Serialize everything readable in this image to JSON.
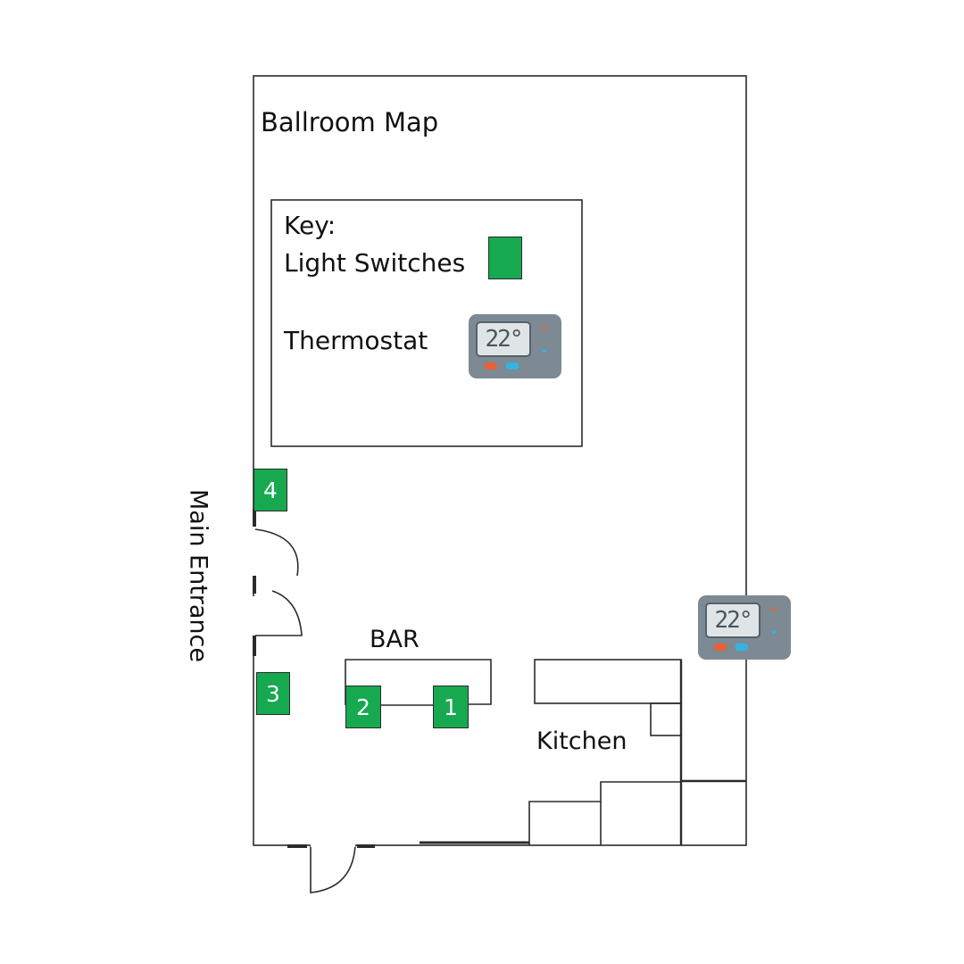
{
  "title": "Ballroom Map",
  "key": {
    "heading": "Key:",
    "light_switches_label": "Light Switches",
    "thermostat_label": "Thermostat"
  },
  "colors": {
    "switch_green": "#16a950",
    "wall": "#2b2b2b",
    "thermostat_body": "#7d8a93",
    "thermostat_up": "#e8613a",
    "thermostat_down": "#35b3e0"
  },
  "switches": [
    "4",
    "3",
    "2",
    "1"
  ],
  "thermostat_reading": "22°",
  "rooms": {
    "bar": "BAR",
    "kitchen": "Kitchen",
    "main_entrance": "Main Entrance"
  },
  "icons": {
    "thermostat": "thermostat-icon",
    "light_switch": "light-switch-icon",
    "door": "door-swing-icon"
  }
}
